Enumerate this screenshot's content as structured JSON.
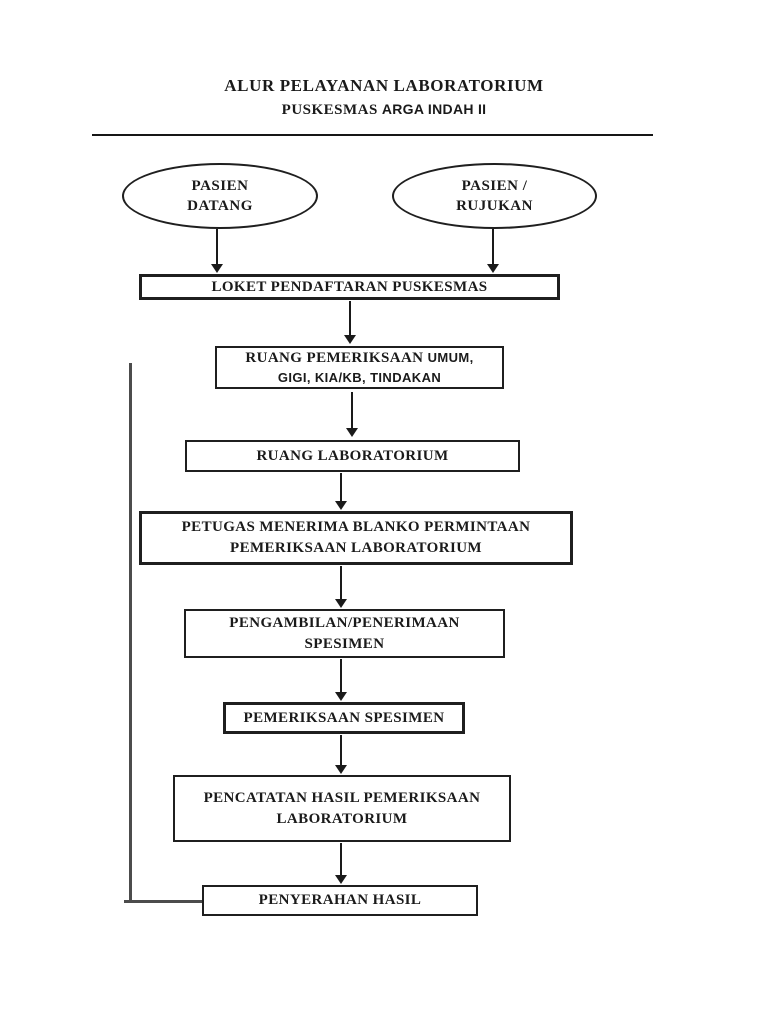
{
  "page": {
    "title": "ALUR PELAYANAN LABORATORIUM",
    "subtitle_serif": "PUSKESMAS",
    "subtitle_sans": "ARGA INDAH II"
  },
  "nodes": {
    "pasien_datang": {
      "line1": "PASIEN",
      "line2": "DATANG"
    },
    "pasien_rujukan": {
      "line1": "PASIEN /",
      "line2": "RUJUKAN"
    },
    "loket": {
      "label": "LOKET PENDAFTARAN PUSKESMAS"
    },
    "ruang_pemeriksaan": {
      "line1_serif": "RUANG PEMERIKSAAN",
      "line1_sans": "UMUM,",
      "line2": "GIGI, KIA/KB, TINDAKAN"
    },
    "ruang_laboratorium": {
      "label": "RUANG LABORATORIUM"
    },
    "petugas": {
      "line1": "PETUGAS MENERIMA BLANKO PERMINTAAN",
      "line2": "PEMERIKSAAN LABORATORIUM"
    },
    "pengambilan": {
      "line1": "PENGAMBILAN/PENERIMAAN",
      "line2": "SPESIMEN"
    },
    "pemeriksaan_spesimen": {
      "label": "PEMERIKSAAN SPESIMEN"
    },
    "pencatatan": {
      "line1": "PENCATATAN HASIL PEMERIKSAAN",
      "line2": "LABORATORIUM"
    },
    "penyerahan": {
      "label": "PENYERAHAN HASIL"
    }
  },
  "colors": {
    "ink": "#1a1a1a",
    "feedback_line": "#4c4c4c",
    "background": "#ffffff"
  }
}
